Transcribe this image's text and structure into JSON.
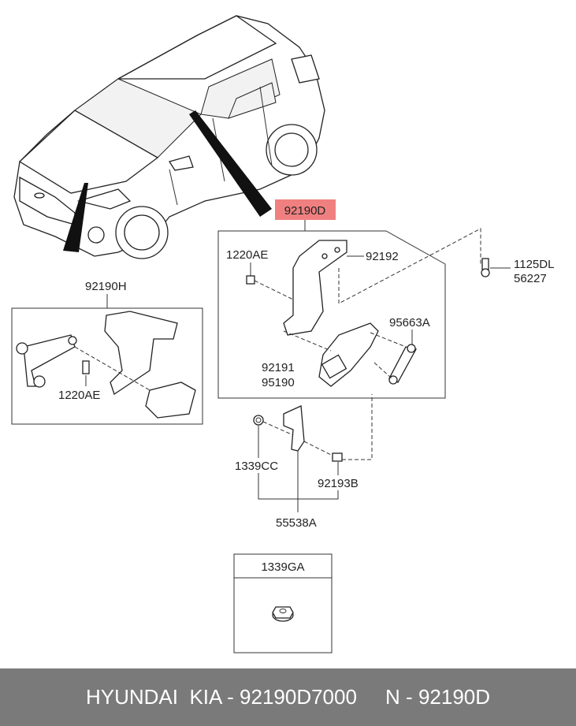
{
  "diagram": {
    "highlight_color": "#f08080",
    "labels": {
      "main": "92190D",
      "bracket_a": "92192",
      "bolt_top": "1220AE",
      "screw_right_1": "1125DL",
      "screw_right_2": "56227",
      "link": "95663A",
      "sensor_1": "92191",
      "sensor_2": "95190",
      "alt_assy": "92190H",
      "alt_bolt": "1220AE",
      "nut_small": "1339CC",
      "pin": "92193B",
      "bracket_set": "55538A",
      "inset_nut": "1339GA"
    }
  },
  "footer": {
    "text": "HYUNDAI  KIA - 92190D7000     N - 92190D"
  }
}
